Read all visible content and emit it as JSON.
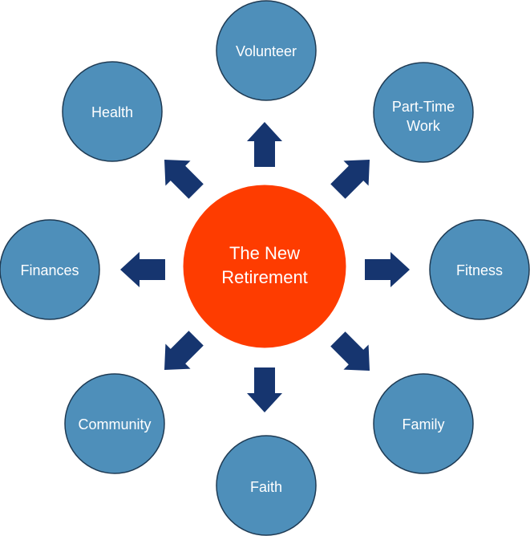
{
  "center": {
    "line1": "The New",
    "line2": "Retirement",
    "color": "#fe3c00"
  },
  "nodes": [
    {
      "id": "volunteer",
      "line1": "Volunteer",
      "line2": ""
    },
    {
      "id": "part-time-work",
      "line1": "Part-Time",
      "line2": "Work"
    },
    {
      "id": "fitness",
      "line1": "Fitness",
      "line2": ""
    },
    {
      "id": "family",
      "line1": "Family",
      "line2": ""
    },
    {
      "id": "faith",
      "line1": "Faith",
      "line2": ""
    },
    {
      "id": "community",
      "line1": "Community",
      "line2": ""
    },
    {
      "id": "finances",
      "line1": "Finances",
      "line2": ""
    },
    {
      "id": "health",
      "line1": "Health",
      "line2": ""
    }
  ],
  "colors": {
    "node_fill": "#4e8fba",
    "node_stroke": "#1f3b54",
    "arrow": "#16356f",
    "text": "#ffffff"
  }
}
